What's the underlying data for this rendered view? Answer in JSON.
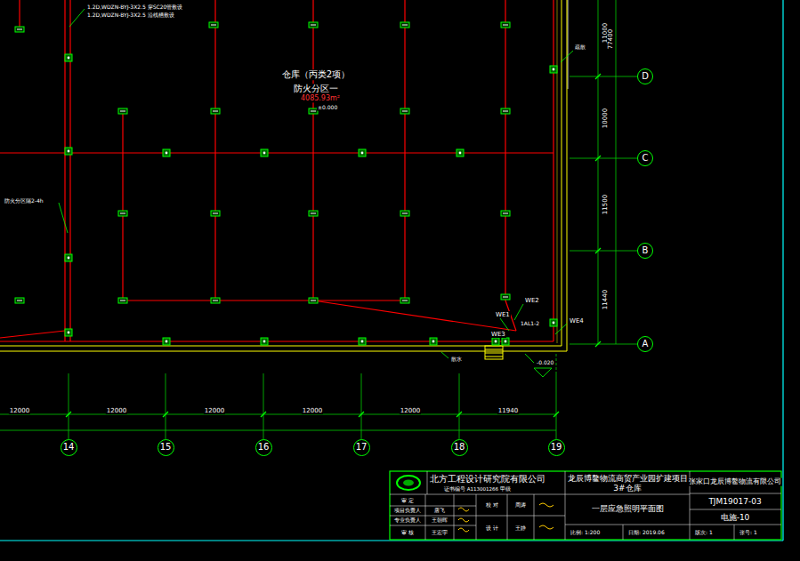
{
  "diagram": {
    "title": "一层应急照明平面图",
    "nodes": [
      {
        "text": [
          "D"
        ]
      },
      {
        "text": [
          "C"
        ]
      },
      {
        "text": [
          "B"
        ]
      },
      {
        "text": [
          "A"
        ]
      },
      {
        "text": [
          "14"
        ]
      },
      {
        "text": [
          "15"
        ]
      },
      {
        "text": [
          "16"
        ]
      },
      {
        "text": [
          "17"
        ]
      },
      {
        "text": [
          "18"
        ]
      },
      {
        "text": [
          "19"
        ]
      }
    ],
    "labels": [
      "1.2D,WDZN-BYJ-3X2.5 穿SC20管敷设",
      "1.2D,WDZN-BYJ-3X2.5 沿线槽敷设",
      "仓库（丙类2项）",
      "防火分区一",
      "4085.93m²",
      "±0.000",
      "防火分区隔2-4h",
      "WE2",
      "WE1",
      "1AL1-2",
      "WE3",
      "WE4",
      "-0.020",
      "散水",
      "疏散",
      "11000",
      "77400",
      "10000",
      "11500",
      "11440",
      "12000",
      "12000",
      "12000",
      "12000",
      "12000",
      "11940",
      "北方工程设计研究院有限公司",
      "证书编号 A113001266 甲级",
      "龙辰博鳌物流商贸产业园扩建项目",
      "3#仓库",
      "张家口龙辰博鳌物流有限公司",
      "TJM19017-03",
      "电施-10",
      "审 定",
      "项目负责人",
      "专业负责人",
      "审 核",
      "唐飞",
      "王朝晖",
      "王宏宇",
      "校 对",
      "设 计",
      "周涛",
      "王静",
      "比例: 1:200",
      "日期: 2019.06",
      "版次: 1",
      "张号: 1"
    ]
  }
}
